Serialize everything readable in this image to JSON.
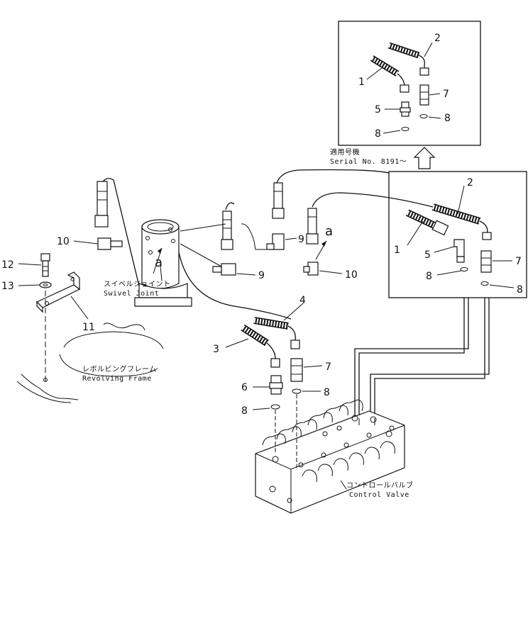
{
  "diagram": {
    "part_numbers": {
      "p1": "1",
      "p2": "2",
      "p3": "3",
      "p4": "4",
      "p5": "5",
      "p6": "6",
      "p7": "7",
      "p8": "8",
      "p9": "9",
      "p10": "10",
      "p11": "11",
      "p12": "12",
      "p13": "13"
    },
    "detail_ref": "a",
    "labels": {
      "serial_jp": "適用号機",
      "serial_en": "Serial No. 8191～",
      "swivel_jp": "スイベルジョイント",
      "swivel_en": "Swivel Joint",
      "frame_jp": "レボルビングフレーム",
      "frame_en": "Revolving Frame",
      "valve_jp": "コントロールバルブ",
      "valve_en": "Control Valve"
    }
  }
}
